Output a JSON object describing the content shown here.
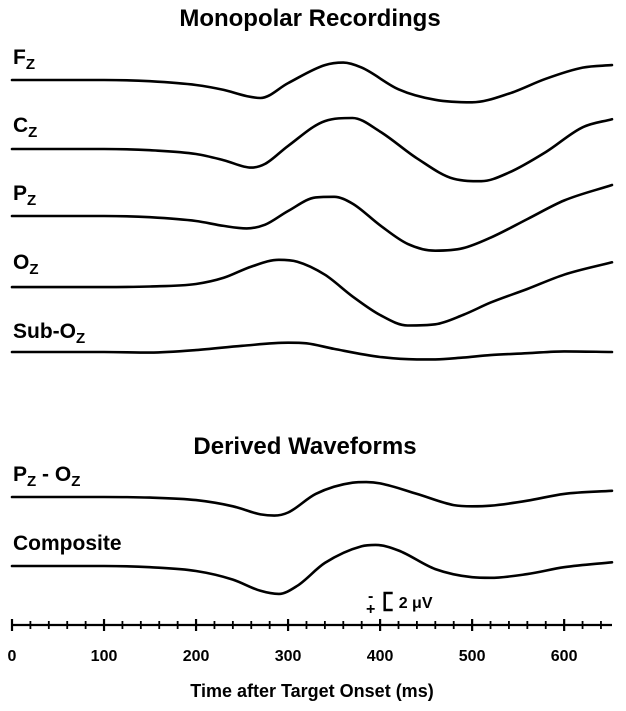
{
  "chart_data": {
    "type": "line",
    "title": "Monopolar Recordings",
    "subtitle": "Derived Waveforms",
    "xlabel": "Time after Target Onset (ms)",
    "ylabel": "",
    "xlim": [
      0,
      652
    ],
    "xticks": [
      0,
      100,
      200,
      300,
      400,
      500,
      600
    ],
    "minor_tick_step": 20,
    "grid": false,
    "line_color": "#000000",
    "scale_bar": {
      "value": "2 μV",
      "neg_sign": "-",
      "pos_sign": "+"
    },
    "series": [
      {
        "name": "F",
        "sub": "Z",
        "group": "monopolar",
        "x": [
          0,
          50,
          100,
          150,
          200,
          230,
          255,
          270,
          300,
          340,
          360,
          380,
          420,
          460,
          500,
          540,
          580,
          620,
          652
        ],
        "y": [
          0,
          0,
          0,
          -0.2,
          -0.8,
          -1.6,
          -2.6,
          -2.9,
          -0.5,
          2.4,
          2.8,
          2.0,
          -1.5,
          -3.2,
          -3.6,
          -2.2,
          0.2,
          2.0,
          2.4
        ]
      },
      {
        "name": "C",
        "sub": "Z",
        "group": "monopolar",
        "x": [
          0,
          50,
          100,
          150,
          200,
          230,
          260,
          275,
          300,
          340,
          370,
          400,
          440,
          480,
          510,
          540,
          580,
          620,
          652
        ],
        "y": [
          0,
          0,
          0,
          -0.2,
          -0.8,
          -1.8,
          -3.0,
          -2.4,
          0.5,
          4.5,
          5.0,
          2.8,
          -1.5,
          -4.8,
          -5.2,
          -3.8,
          -0.5,
          3.5,
          4.8
        ]
      },
      {
        "name": "P",
        "sub": "Z",
        "group": "monopolar",
        "x": [
          0,
          50,
          100,
          150,
          200,
          230,
          255,
          275,
          300,
          330,
          350,
          370,
          400,
          430,
          460,
          490,
          520,
          560,
          600,
          652
        ],
        "y": [
          0,
          0,
          0,
          -0.2,
          -0.8,
          -1.6,
          -2.0,
          -1.4,
          0.8,
          3.0,
          3.1,
          2.0,
          -1.5,
          -4.5,
          -5.6,
          -5.2,
          -3.5,
          -0.5,
          2.5,
          5.0
        ]
      },
      {
        "name": "O",
        "sub": "Z",
        "group": "monopolar",
        "x": [
          0,
          100,
          150,
          200,
          230,
          260,
          290,
          310,
          340,
          370,
          400,
          430,
          460,
          490,
          520,
          560,
          600,
          652
        ],
        "y": [
          -0.5,
          -0.5,
          -0.4,
          0.0,
          1.0,
          2.8,
          3.9,
          3.6,
          1.5,
          -2.0,
          -5.0,
          -6.7,
          -6.5,
          -5.0,
          -3.0,
          -0.8,
          1.5,
          3.5
        ]
      },
      {
        "name": "Sub-O",
        "sub": "Z",
        "group": "monopolar",
        "x": [
          0,
          100,
          150,
          200,
          250,
          300,
          320,
          350,
          400,
          440,
          460,
          490,
          520,
          560,
          600,
          652
        ],
        "y": [
          0,
          0,
          -0.1,
          0.3,
          1.0,
          1.5,
          1.4,
          0.5,
          -0.8,
          -1.2,
          -1.2,
          -0.9,
          -0.5,
          -0.2,
          0.1,
          0
        ]
      },
      {
        "name": "P",
        "sub": "Z",
        "suffix": " - O",
        "sub2": "Z",
        "group": "derived",
        "x": [
          0,
          100,
          150,
          200,
          240,
          270,
          285,
          300,
          330,
          370,
          385,
          400,
          440,
          480,
          500,
          520,
          560,
          600,
          652
        ],
        "y": [
          0,
          0,
          -0.1,
          -0.5,
          -1.5,
          -2.8,
          -3.0,
          -2.5,
          0.5,
          2.3,
          2.4,
          2.2,
          0.5,
          -1.3,
          -1.5,
          -1.4,
          -0.6,
          0.5,
          1.0
        ]
      },
      {
        "name": "Composite",
        "group": "derived",
        "x": [
          0,
          100,
          150,
          200,
          240,
          270,
          290,
          310,
          340,
          380,
          395,
          420,
          460,
          500,
          520,
          560,
          600,
          652
        ],
        "y": [
          0,
          0,
          -0.2,
          -0.8,
          -2.2,
          -4.0,
          -4.5,
          -3.2,
          0.5,
          3.2,
          3.4,
          2.5,
          -0.5,
          -1.8,
          -1.9,
          -1.3,
          -0.2,
          0.6
        ]
      }
    ]
  }
}
